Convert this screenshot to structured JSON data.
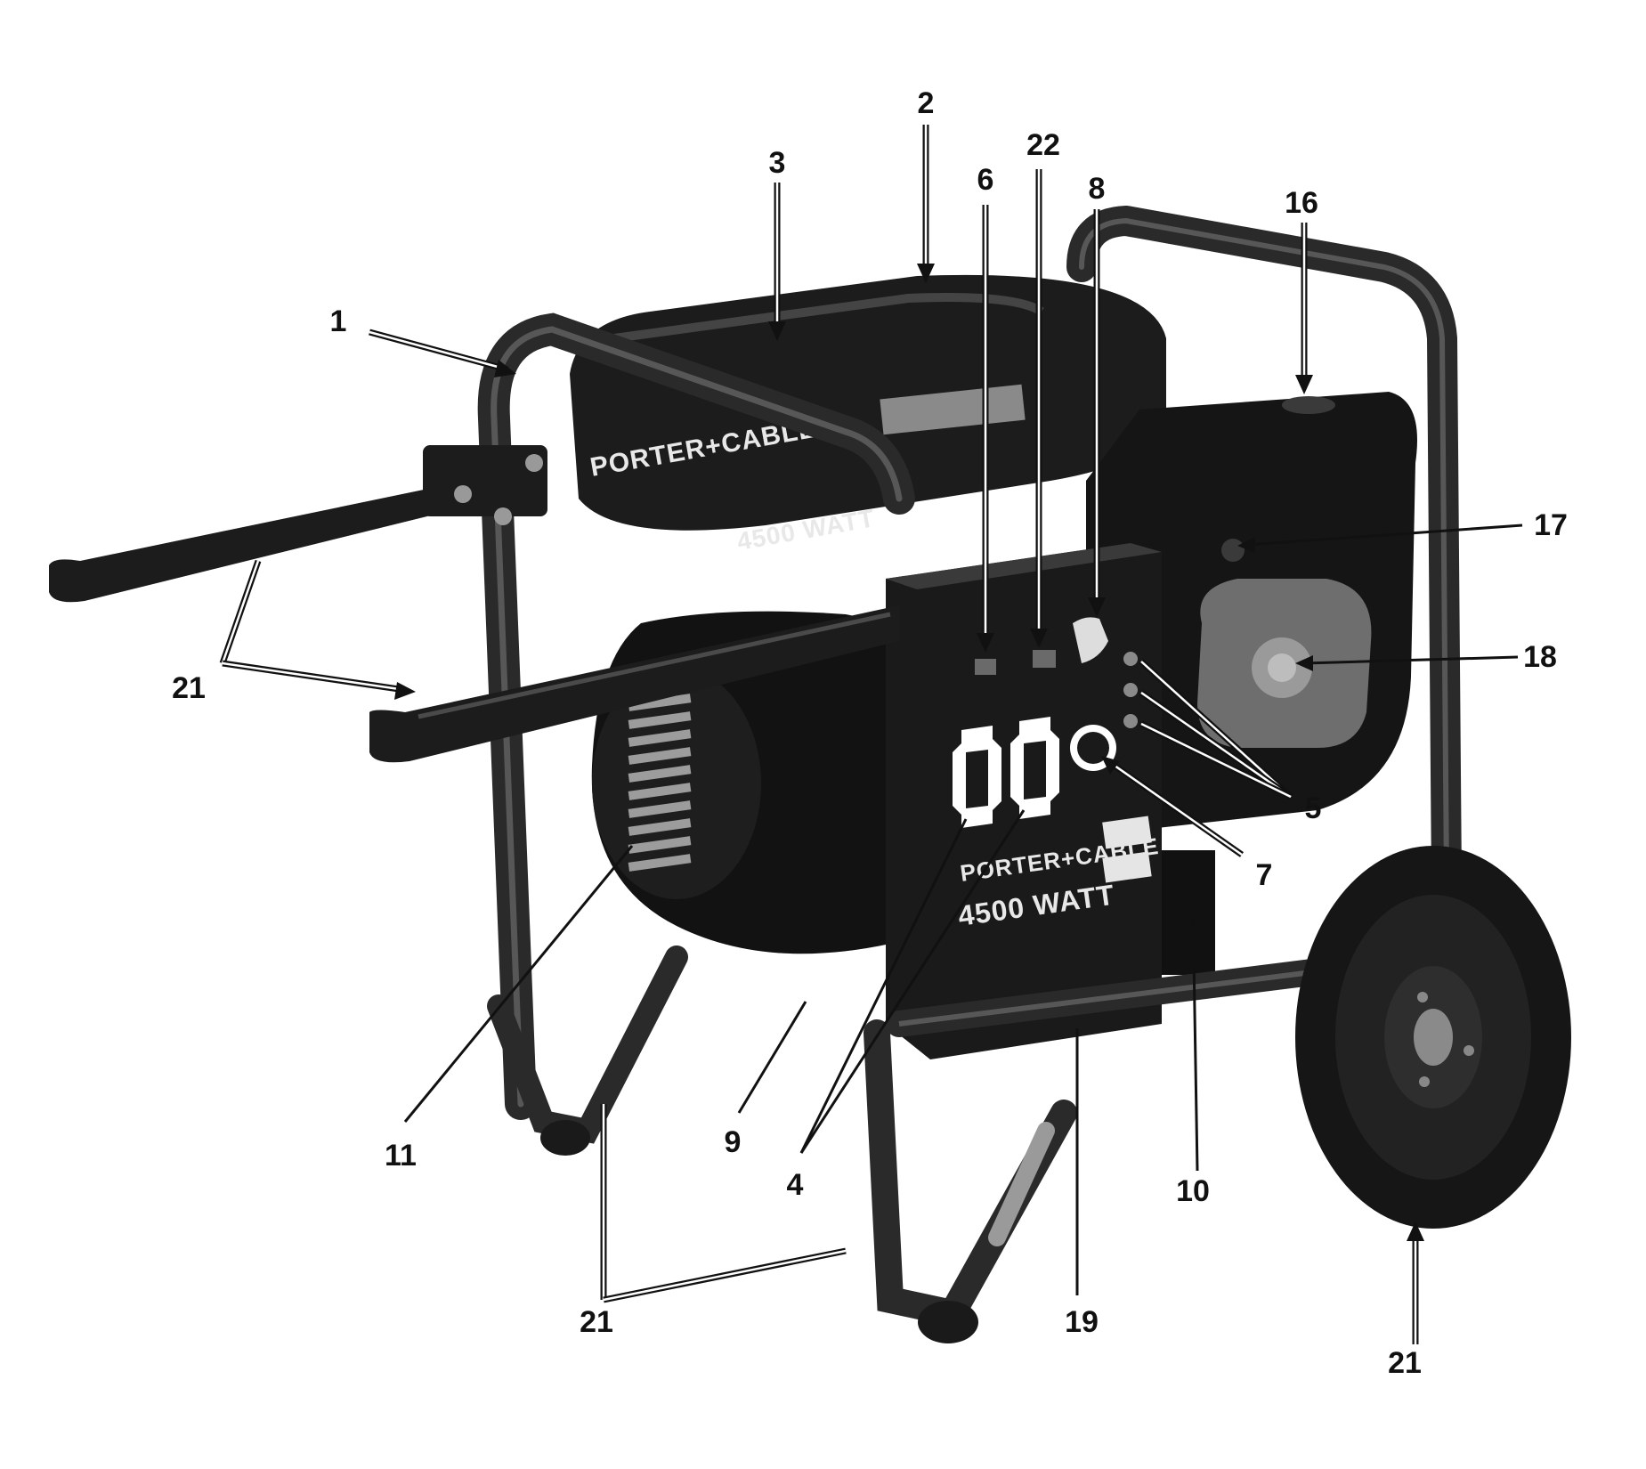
{
  "brand": {
    "name": "PORTER+CABLE",
    "panel_name": "PORTER+CABLE",
    "tank_rating": "4500 WATT",
    "panel_rating": "4500 WATT"
  },
  "callouts": [
    {
      "id": "1",
      "label": "1"
    },
    {
      "id": "2",
      "label": "2"
    },
    {
      "id": "3",
      "label": "3"
    },
    {
      "id": "4",
      "label": "4"
    },
    {
      "id": "5",
      "label": "5"
    },
    {
      "id": "6",
      "label": "6"
    },
    {
      "id": "7",
      "label": "7"
    },
    {
      "id": "8",
      "label": "8"
    },
    {
      "id": "9",
      "label": "9"
    },
    {
      "id": "10",
      "label": "10"
    },
    {
      "id": "11",
      "label": "11"
    },
    {
      "id": "16",
      "label": "16"
    },
    {
      "id": "17",
      "label": "17"
    },
    {
      "id": "18",
      "label": "18"
    },
    {
      "id": "19",
      "label": "19"
    },
    {
      "id": "21a",
      "label": "21"
    },
    {
      "id": "21b",
      "label": "21"
    },
    {
      "id": "21c",
      "label": "21"
    },
    {
      "id": "22",
      "label": "22"
    }
  ],
  "colors": {
    "ink": "#111111",
    "body": "#1a1a1a",
    "frame": "#2a2a2a",
    "highlight": "#6b6b6b",
    "paper": "#ffffff"
  }
}
